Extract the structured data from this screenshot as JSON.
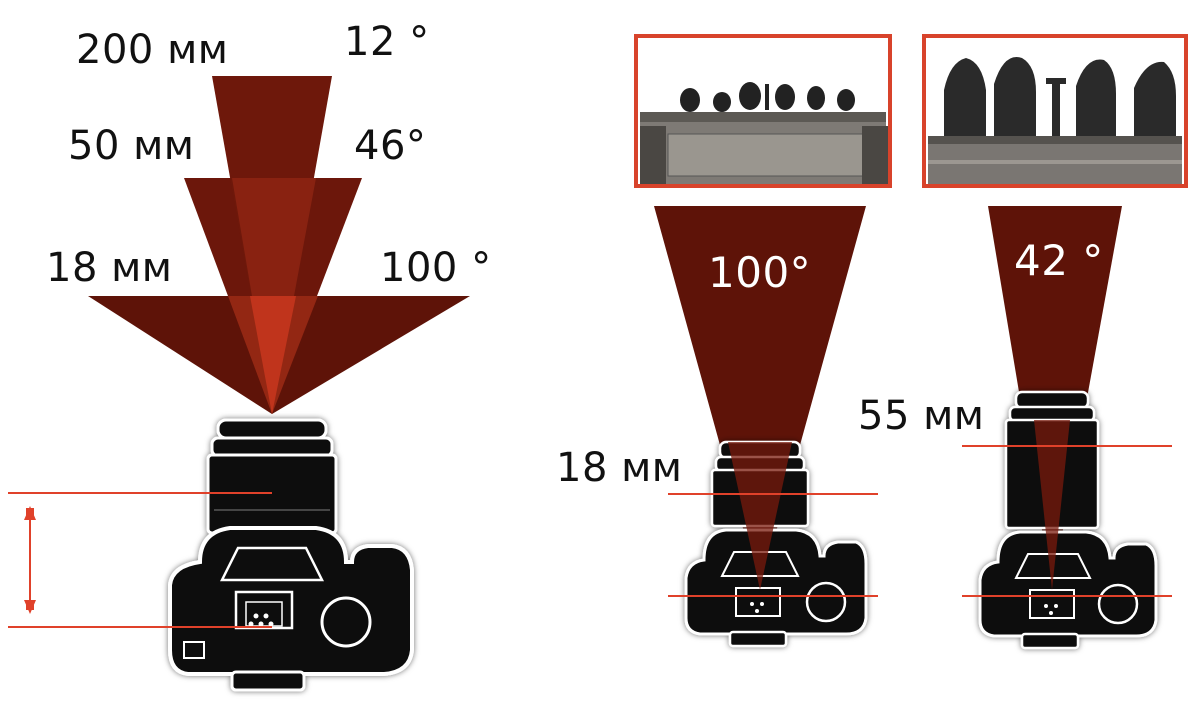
{
  "diagram": {
    "left": {
      "focal_labels": [
        "200 мм",
        "50 мм",
        "18 мм"
      ],
      "angle_labels": [
        "12 °",
        "46°",
        "100 °"
      ]
    },
    "right_wide": {
      "angle_label": "100°",
      "focal_label": "18 мм"
    },
    "right_tele": {
      "angle_label": "42 °",
      "focal_label": "55 мм"
    }
  },
  "colors": {
    "cone_dark": "#5e1308",
    "cone_mid": "#86200f",
    "cone_bright": "#c0341c",
    "marker_red": "#e0412a",
    "photo_border": "#d8432b",
    "camera_body": "#0a0a0a",
    "camera_outline": "#ffffff"
  },
  "icons": [
    "camera-top-view-icon",
    "building-statues-photo"
  ]
}
